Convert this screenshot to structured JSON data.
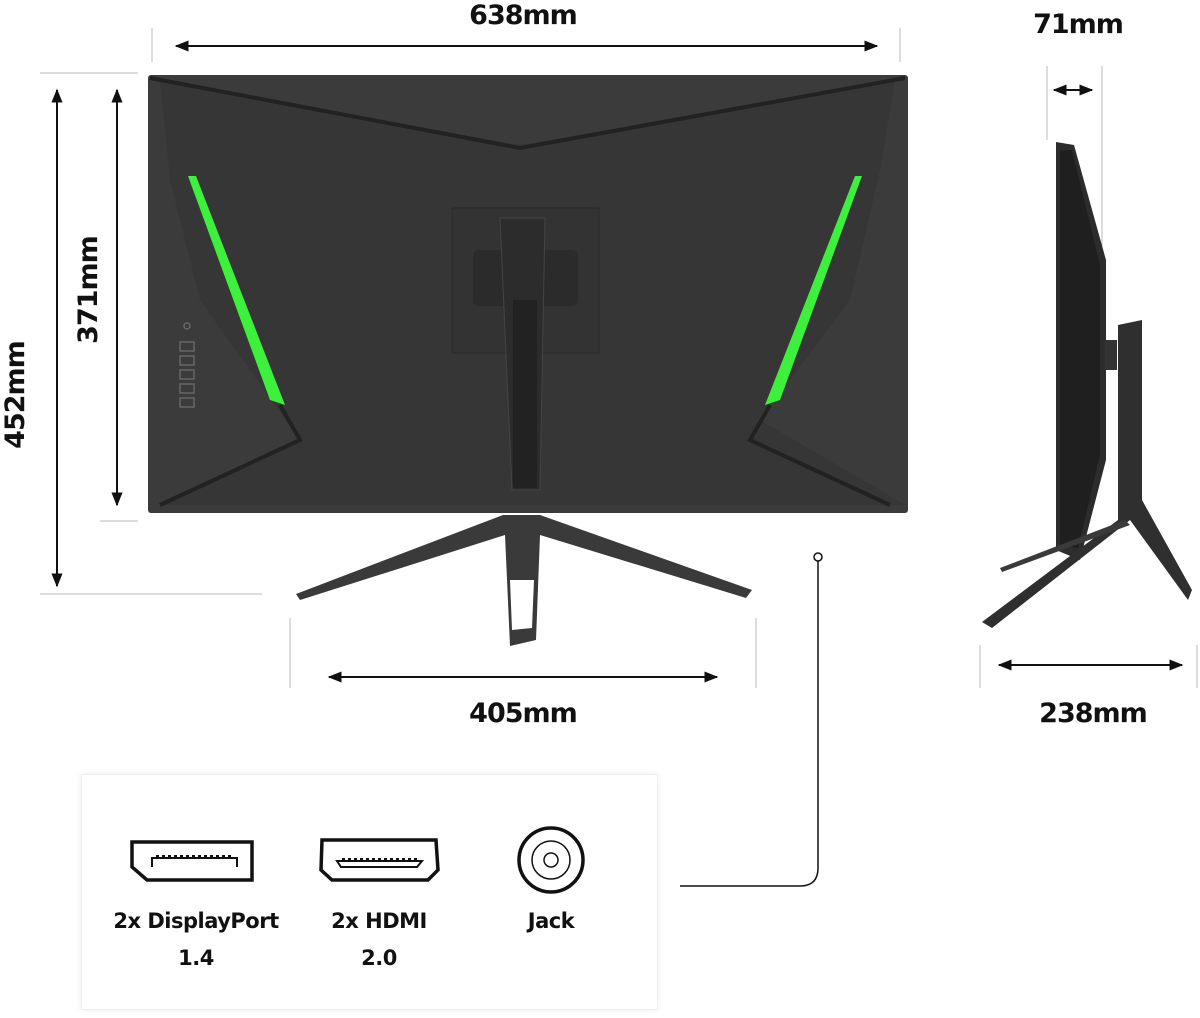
{
  "dimensions": {
    "width": "638mm",
    "depth_panel": "71mm",
    "height_max": "452mm",
    "height_panel": "371mm",
    "stand_width": "405mm",
    "stand_depth": "238mm"
  },
  "ports": [
    {
      "icon": "displayport-icon",
      "line1": "2x DisplayPort",
      "line2": "1.4"
    },
    {
      "icon": "hdmi-icon",
      "line1": "2x HDMI",
      "line2": "2.0"
    },
    {
      "icon": "audio-jack-icon",
      "line1": "Jack",
      "line2": ""
    }
  ],
  "colors": {
    "body": "#3b3b3b",
    "accent": "#3cf03c",
    "dim_line": "#111111"
  }
}
